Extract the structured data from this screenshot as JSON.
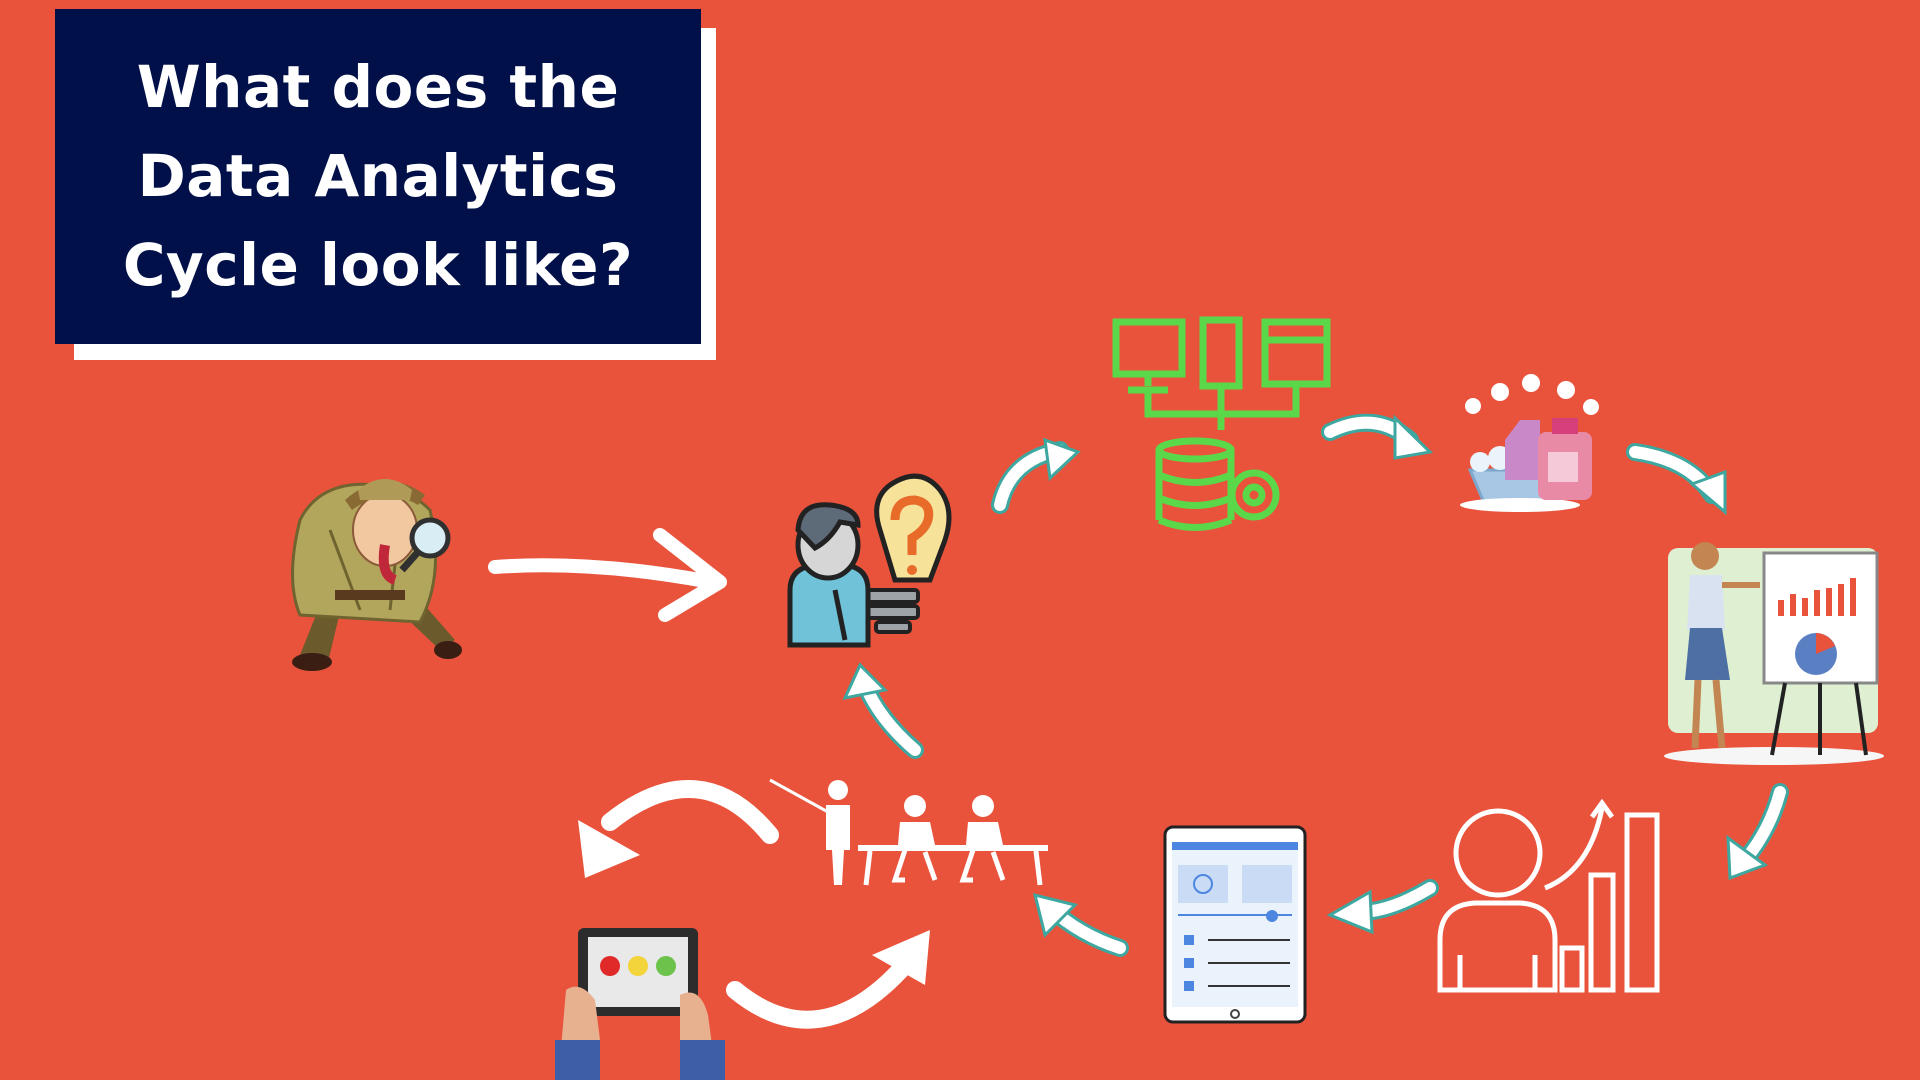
{
  "title": "What does the\nData Analytics\nCycle look like?",
  "colors": {
    "background": "#E9533B",
    "title_box": "#011048",
    "title_text": "#FFFFFF",
    "arrow_fill": "#FFFFFF",
    "arrow_edge": "#3DA7A0",
    "data_icon": "#5BD84A"
  },
  "steps": [
    {
      "icon": "detective-icon"
    },
    {
      "icon": "question-lightbulb-icon"
    },
    {
      "icon": "data-collection-icon"
    },
    {
      "icon": "data-cleaning-icon"
    },
    {
      "icon": "presentation-chart-icon"
    },
    {
      "icon": "person-growth-icon"
    },
    {
      "icon": "tablet-dashboard-icon"
    },
    {
      "icon": "team-meeting-icon"
    },
    {
      "icon": "feedback-tablet-icon"
    }
  ],
  "feedback_faces": [
    "sad",
    "neutral",
    "happy"
  ]
}
